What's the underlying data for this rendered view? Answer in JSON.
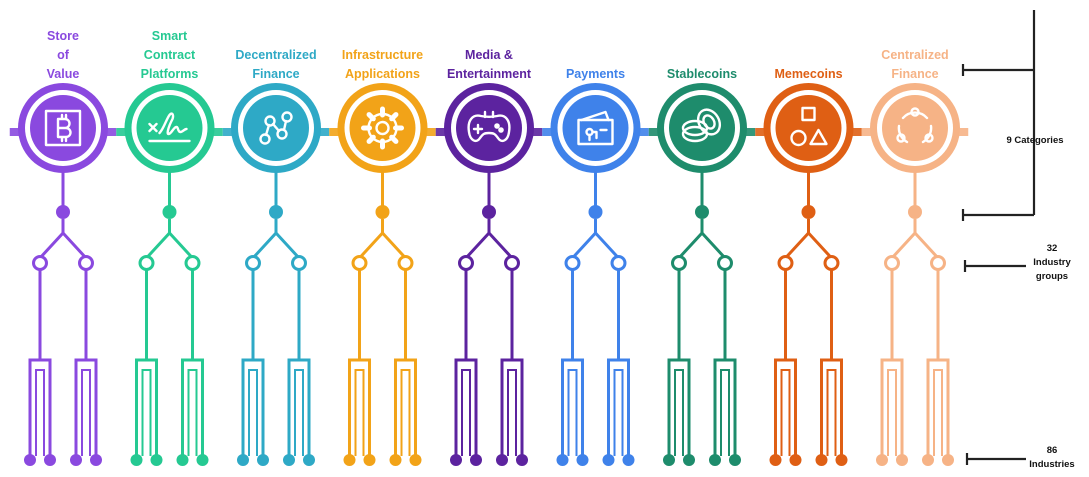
{
  "categories": [
    {
      "label": "Store\nof\nValue",
      "color": "#8a49df",
      "icon": "bitcoin-icon"
    },
    {
      "label": "Smart\nContract\nPlatforms",
      "color": "#25c992",
      "icon": "signature-icon"
    },
    {
      "label": "Decentralized\nFinance",
      "color": "#2ea9c6",
      "icon": "network-nodes-icon"
    },
    {
      "label": "Infrastructure\nApplications",
      "color": "#f2a318",
      "icon": "gear-icon"
    },
    {
      "label": "Media &\nEntertainment",
      "color": "#5c239f",
      "icon": "gamepad-icon"
    },
    {
      "label": "Payments",
      "color": "#3f82ea",
      "icon": "wallet-icon"
    },
    {
      "label": "Stablecoins",
      "color": "#1e8c6c",
      "icon": "coins-icon"
    },
    {
      "label": "Memecoins",
      "color": "#df5f14",
      "icon": "shapes-icon"
    },
    {
      "label": "Centralized\nFinance",
      "color": "#f6b386",
      "icon": "cycle-icon"
    }
  ],
  "legend": {
    "categories": "9 Categories",
    "industry_groups": "32\nIndustry\ngroups",
    "industries": "86\nIndustries"
  }
}
